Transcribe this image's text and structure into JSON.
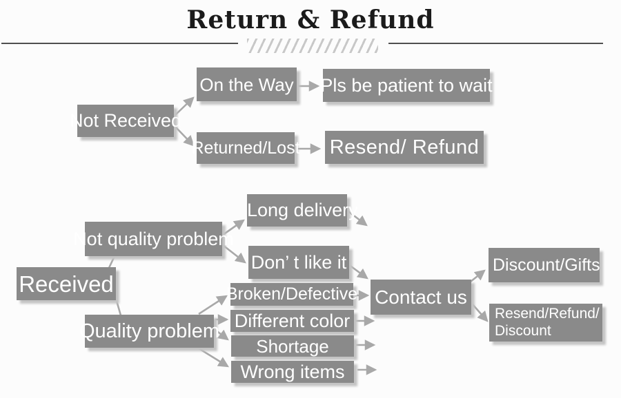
{
  "title": "Return & Refund",
  "colors": {
    "background": "#fcfcfc",
    "box": "#8a8a8a",
    "box_text": "#ffffff",
    "arrow": "#a8a8a8",
    "title_text": "#1b1b1b",
    "rule": "#4f4f4f",
    "hatch": "#c8c8c8",
    "shadow": "#c4c4c4"
  },
  "nodes": {
    "not_received": "Not Received",
    "on_the_way": "On the Way",
    "pls_wait": "Pls be patient to wait",
    "returned_lost": "Returned/Lost",
    "resend_refund": "Resend/ Refund",
    "received": "Received",
    "not_quality": "Not quality problem",
    "long_delivery": "Long delivery",
    "dont_like": "Don’ t like it",
    "quality": "Quality problem",
    "broken": "Broken/Defective",
    "different_color": "Different color",
    "shortage": "Shortage",
    "wrong_items": "Wrong items",
    "contact_us": "Contact us",
    "discount_gifts": "Discount/Gifts",
    "resend_refund_discount_line1": "Resend/Refund/",
    "resend_refund_discount_line2": "Discount"
  }
}
